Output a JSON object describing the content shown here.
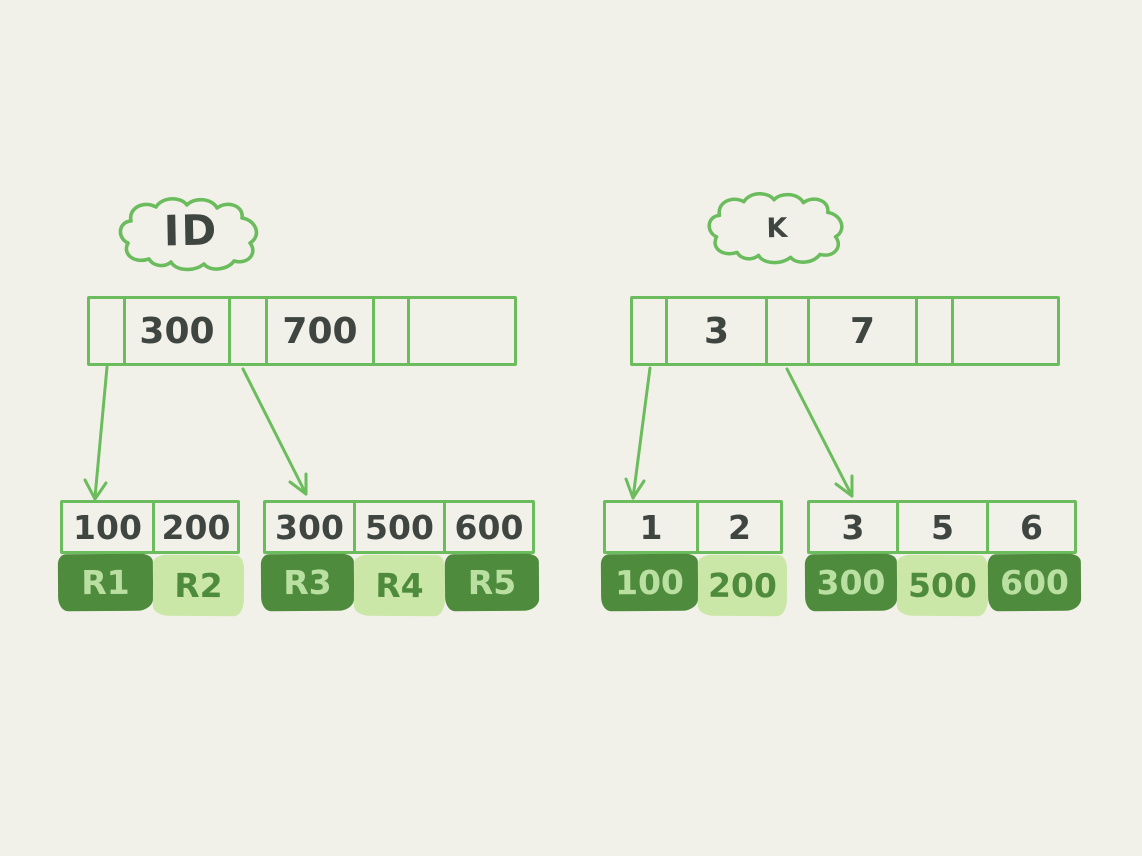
{
  "palette": {
    "bg": "#f2f1e9",
    "stroke": "#6abc5c",
    "ink": "#3f4540",
    "dark-fill": "#4f8b3d",
    "light-fill": "#cbe7a7",
    "text-on-dark": "#b9e0a1",
    "text-on-light": "#4f8b3d"
  },
  "left_tree": {
    "label": "ID",
    "root_cells": [
      "",
      "300",
      "",
      "700",
      "",
      ""
    ],
    "leaves": [
      {
        "keys": [
          "100",
          "200"
        ],
        "values": [
          {
            "text": "R1",
            "tone": "dark"
          },
          {
            "text": "R2",
            "tone": "light"
          }
        ]
      },
      {
        "keys": [
          "300",
          "500",
          "600"
        ],
        "values": [
          {
            "text": "R3",
            "tone": "dark"
          },
          {
            "text": "R4",
            "tone": "light"
          },
          {
            "text": "R5",
            "tone": "dark"
          }
        ]
      }
    ]
  },
  "right_tree": {
    "label": "K",
    "root_cells": [
      "",
      "3",
      "",
      "7",
      "",
      ""
    ],
    "leaves": [
      {
        "keys": [
          "1",
          "2"
        ],
        "values": [
          {
            "text": "100",
            "tone": "dark"
          },
          {
            "text": "200",
            "tone": "light"
          }
        ]
      },
      {
        "keys": [
          "3",
          "5",
          "6"
        ],
        "values": [
          {
            "text": "300",
            "tone": "dark"
          },
          {
            "text": "500",
            "tone": "light"
          },
          {
            "text": "600",
            "tone": "dark"
          }
        ]
      }
    ]
  }
}
